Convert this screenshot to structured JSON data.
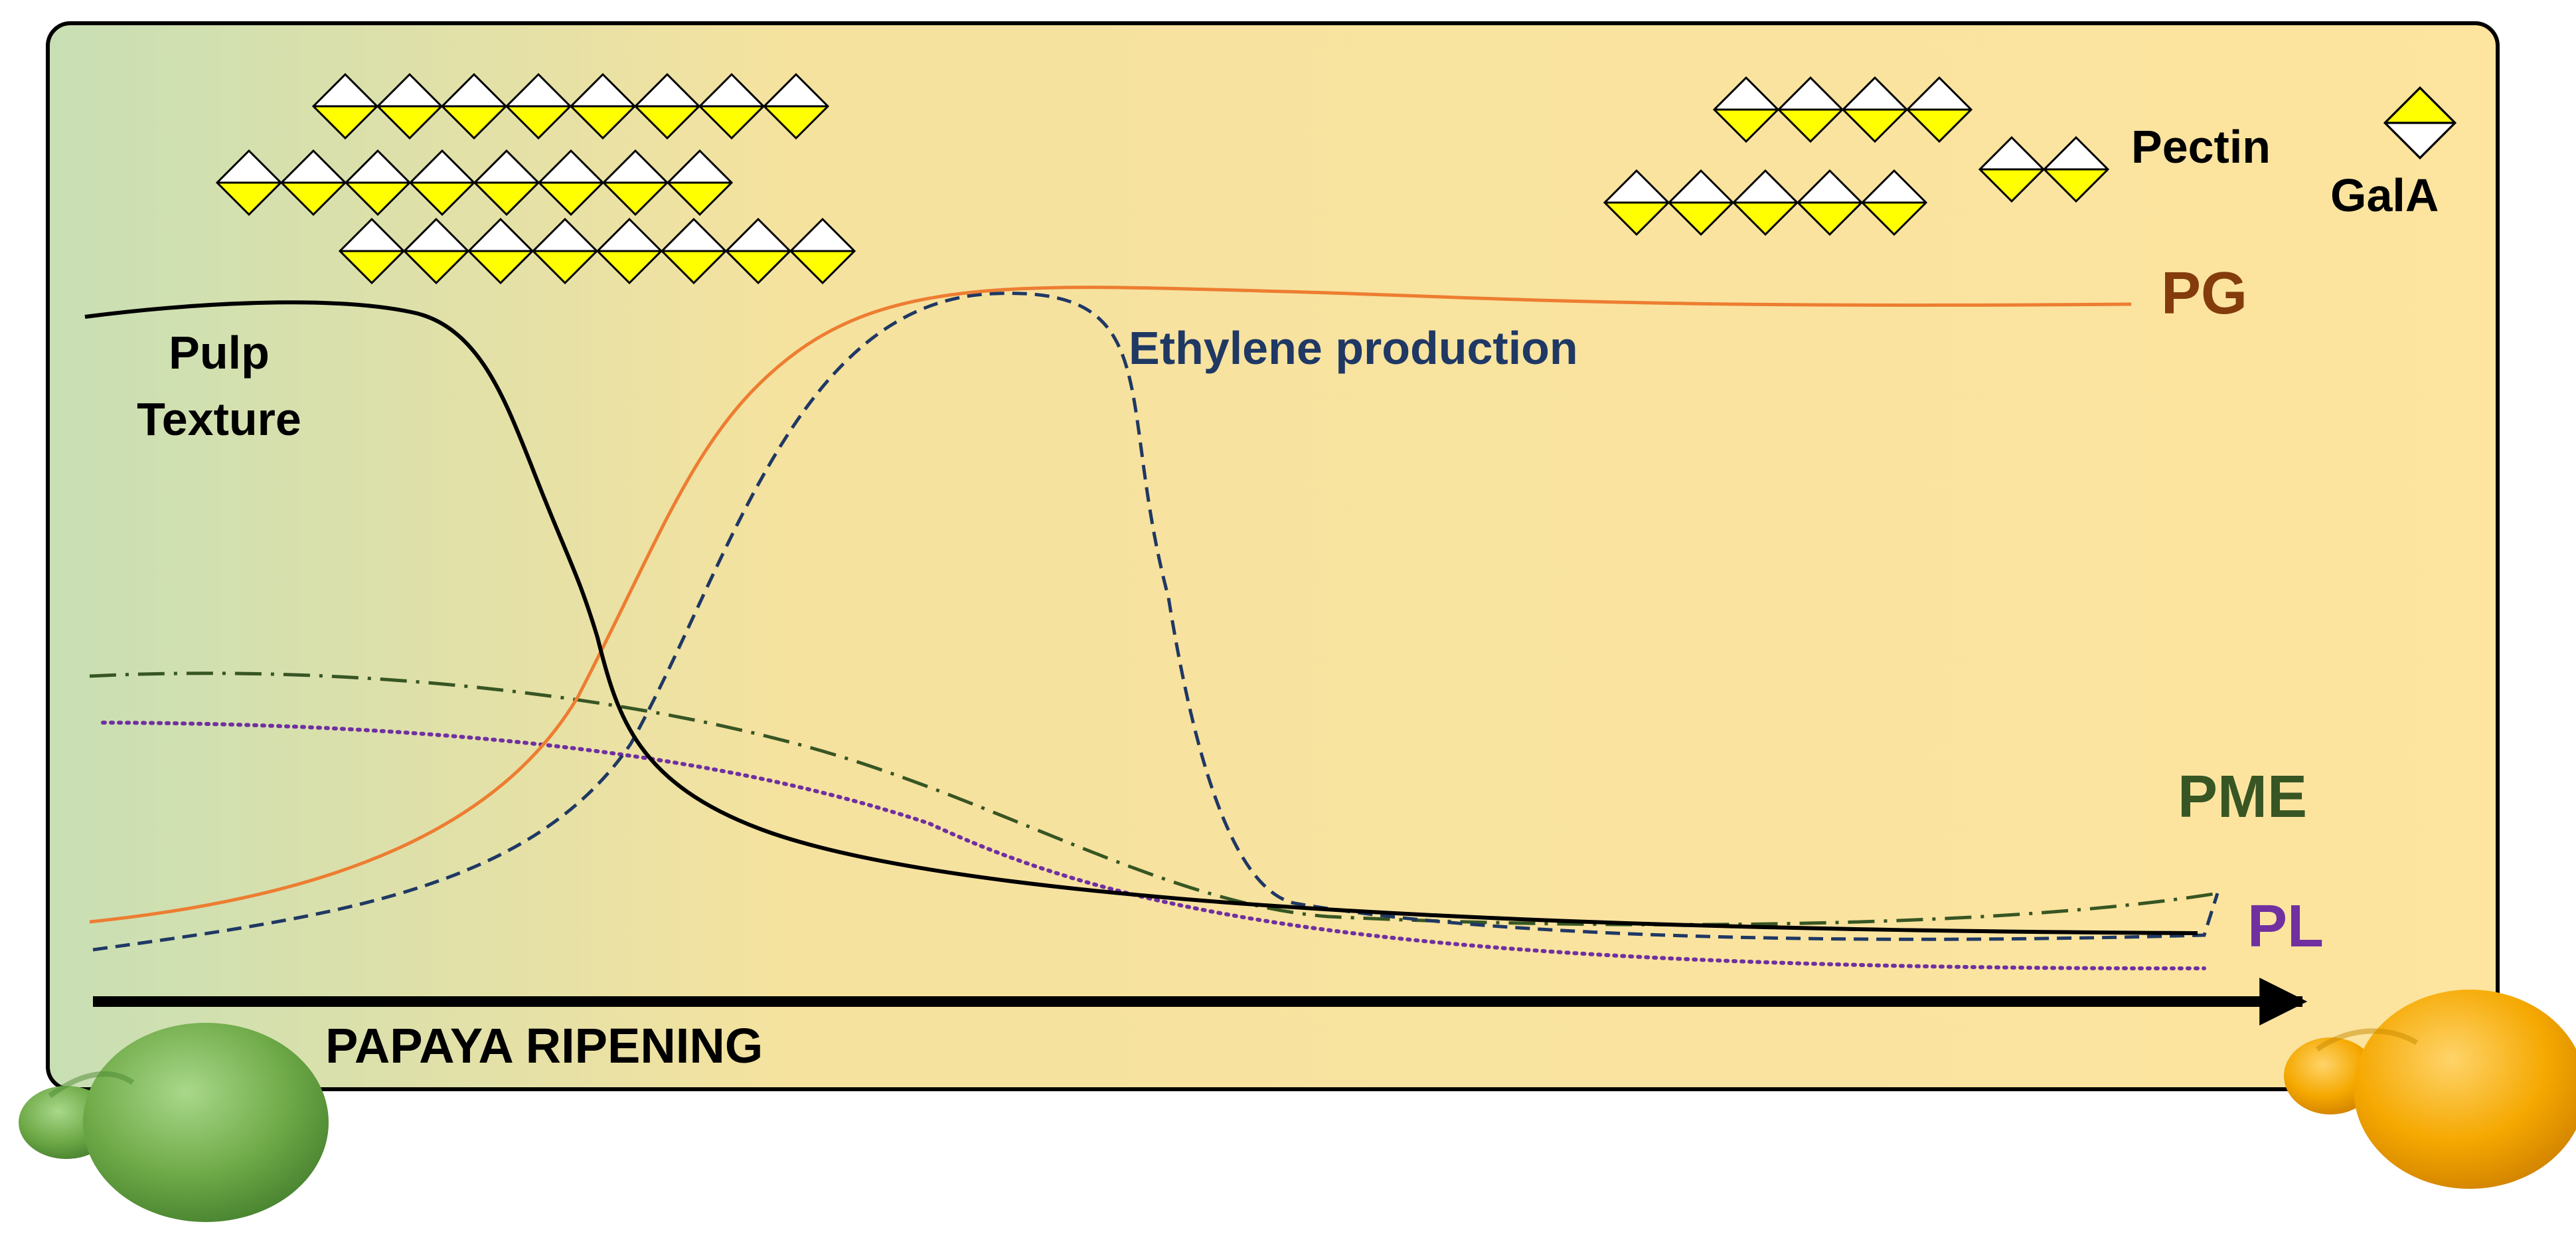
{
  "labels": {
    "pulp_texture": [
      "Pulp",
      "Texture"
    ],
    "ethylene": "Ethylene production",
    "pg": "PG",
    "pme": "PME",
    "pl": "PL",
    "pectin": "Pectin",
    "gala": "GalA",
    "ripening": "PAPAYA RIPENING"
  },
  "colors": {
    "panel_left": "#c8dfb4",
    "panel_mid": "#f5e29f",
    "panel_right": "#fde49f",
    "pulp_texture": "#000000",
    "ethylene": "#1f3864",
    "pg_line": "#ed7d31",
    "pg_label": "#843c0c",
    "pme": "#375623",
    "pl": "#7030a0",
    "galA_fill": "#ffff00",
    "galA_stroke": "#000000",
    "papaya_unripe": "#70ad47",
    "papaya_ripe": "#f5a800"
  },
  "pectin_chains": {
    "unripe_rows": [
      8,
      8,
      8
    ],
    "ripe_rows": [
      4,
      5,
      2
    ],
    "legend_units": 1
  },
  "icons": {
    "unripe_fruit": "green-papaya-icon",
    "ripe_fruit": "ripe-papaya-icon",
    "galA_unit": "diamond-galA-icon"
  }
}
